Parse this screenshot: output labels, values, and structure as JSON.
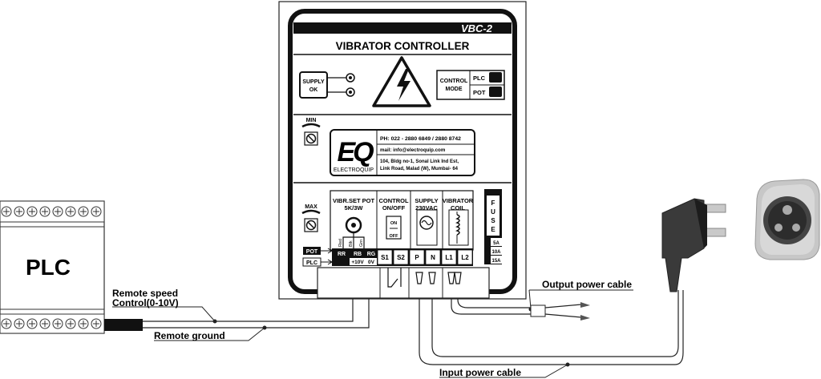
{
  "controller": {
    "model": "VBC-2",
    "title": "VIBRATOR CONTROLLER",
    "supply_ok": [
      "SUPPLY",
      "OK"
    ],
    "control_mode": [
      "CONTROL",
      "MODE"
    ],
    "mode_plc": "PLC",
    "mode_pot": "POT",
    "min_label": "MIN",
    "max_label": "MAX",
    "brand": {
      "logo": "EQ",
      "name": "ELECTROQUIP",
      "phone": "PH: 022 - 2880 6849 / 2880 8742",
      "mail": "mail: info@electroquip.com",
      "address1": "104, Bldg no-1, Sonal Link Ind Est,",
      "address2": "Link Road, Malad (W), Mumbai- 64"
    },
    "fuse_letters": [
      "F",
      "U",
      "S",
      "E"
    ],
    "fuse_ratings": [
      "5A",
      "10A",
      "15A"
    ],
    "sections": {
      "pot": [
        "VIBR.SET POT",
        "5K/3W"
      ],
      "control": [
        "CONTROL",
        "ON/OFF"
      ],
      "supply": [
        "SUPPLY",
        "230VAC"
      ],
      "vibrator": [
        "VIBRATOR",
        "COIL"
      ]
    },
    "switch_on": "ON",
    "switch_off": "OFF",
    "wire_colors": [
      "Red",
      "Blk",
      "Grn"
    ],
    "pot_tag": "POT",
    "plc_tag": "PLC",
    "terminals_pot": [
      "RR",
      "RB",
      "RG"
    ],
    "terminals_plc": [
      "+10V",
      "0V"
    ],
    "terminals": [
      "S1",
      "S2",
      "P",
      "N",
      "L1",
      "L2"
    ]
  },
  "plc_label": "PLC",
  "annotations": {
    "remote_speed": [
      "Remote speed",
      "Control(0-10V)"
    ],
    "remote_ground": "Remote ground",
    "output_cable": "Output power cable",
    "input_cable": "Input power cable"
  }
}
